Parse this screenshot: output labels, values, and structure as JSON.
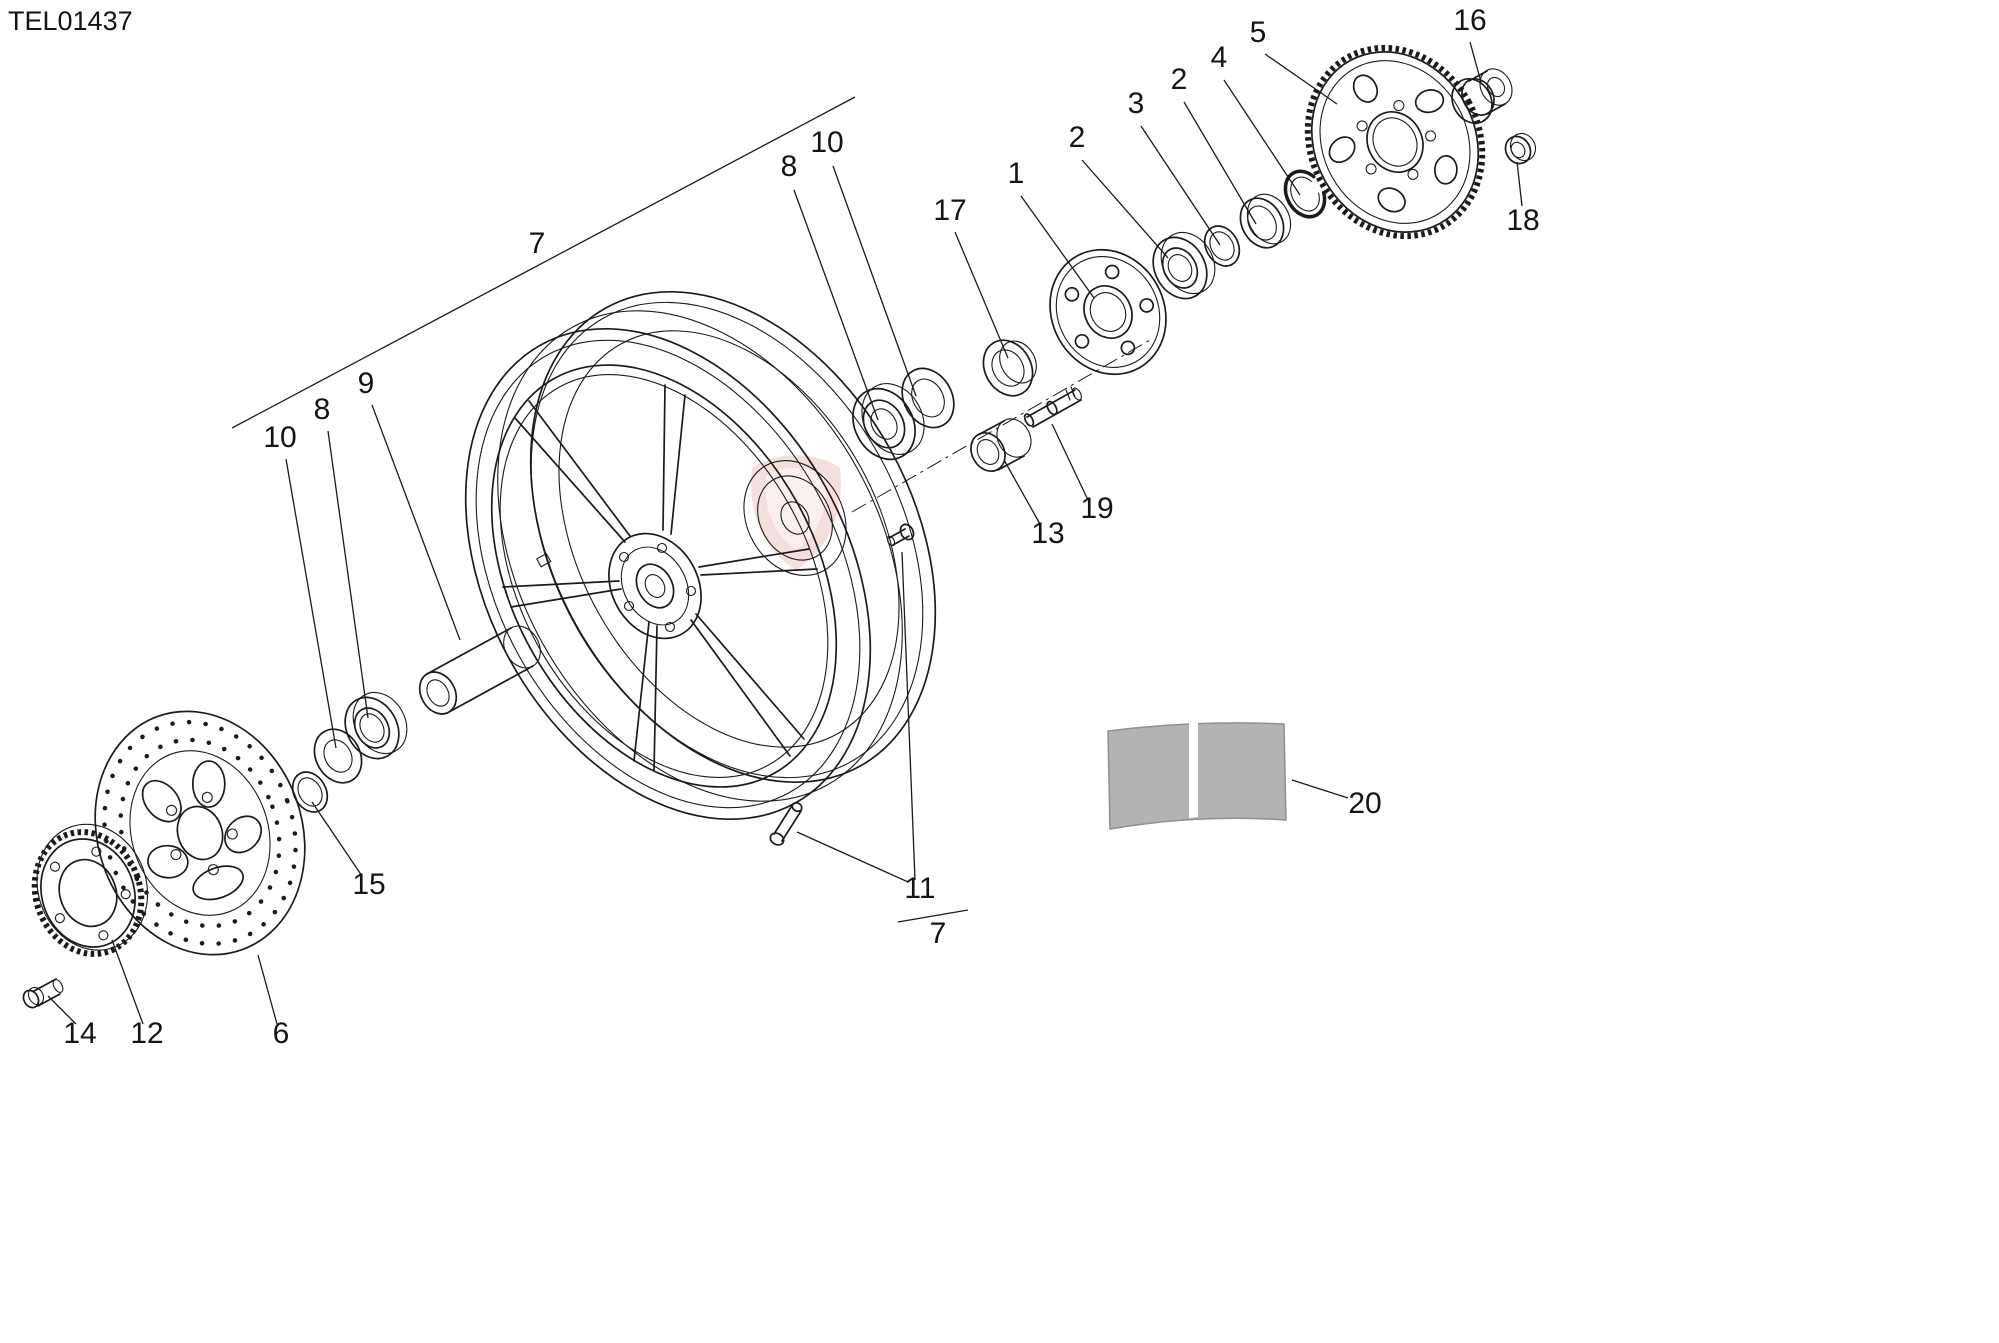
{
  "page": {
    "code": "TEL01437",
    "background": "#ffffff"
  },
  "colors": {
    "line": "#1b1b1b",
    "watermark_pink": "#e9b4ac",
    "manual_box_gray": "#b3b3b3",
    "manual_box_spine": "#ffffff"
  },
  "diagram": {
    "type": "exploded-parts-diagram",
    "subject": "rear-wheel-assembly"
  },
  "callouts": [
    {
      "ref": "7-rim-upper",
      "label": "7"
    },
    {
      "ref": "8-right",
      "label": "8"
    },
    {
      "ref": "10-right",
      "label": "10"
    },
    {
      "ref": "17",
      "label": "17"
    },
    {
      "ref": "1",
      "label": "1"
    },
    {
      "ref": "2-a",
      "label": "2"
    },
    {
      "ref": "3",
      "label": "3"
    },
    {
      "ref": "2-b",
      "label": "2"
    },
    {
      "ref": "4",
      "label": "4"
    },
    {
      "ref": "5",
      "label": "5"
    },
    {
      "ref": "16",
      "label": "16"
    },
    {
      "ref": "18",
      "label": "18"
    },
    {
      "ref": "9",
      "label": "9"
    },
    {
      "ref": "8-left",
      "label": "8"
    },
    {
      "ref": "10-left",
      "label": "10"
    },
    {
      "ref": "19",
      "label": "19"
    },
    {
      "ref": "13",
      "label": "13"
    },
    {
      "ref": "15",
      "label": "15"
    },
    {
      "ref": "11",
      "label": "11"
    },
    {
      "ref": "7-lower",
      "label": "7"
    },
    {
      "ref": "12",
      "label": "12"
    },
    {
      "ref": "14",
      "label": "14"
    },
    {
      "ref": "6",
      "label": "6"
    },
    {
      "ref": "20",
      "label": "20"
    }
  ]
}
